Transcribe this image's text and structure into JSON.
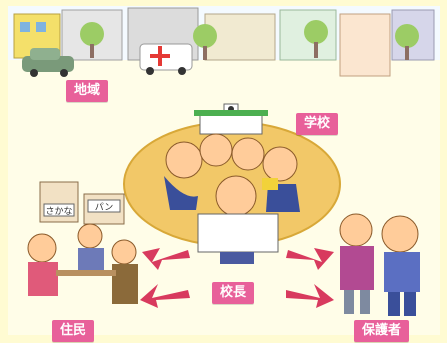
{
  "labels": {
    "region": "地域",
    "school": "学校",
    "principal": "校長",
    "residents": "住民",
    "guardians": "保護者"
  },
  "shop_signs": {
    "fish": "さかな",
    "bread": "パン"
  },
  "colors": {
    "background": "#fffbd2",
    "label_bg": "#e8609a",
    "arrow": "#d83a5e",
    "school_ellipse": "#f2c868",
    "sky": "#f4faff"
  },
  "icons": [
    "car-icon",
    "ambulance-icon",
    "tree-icon",
    "house-icon",
    "school-building-icon",
    "shop-icon",
    "person-icon"
  ]
}
